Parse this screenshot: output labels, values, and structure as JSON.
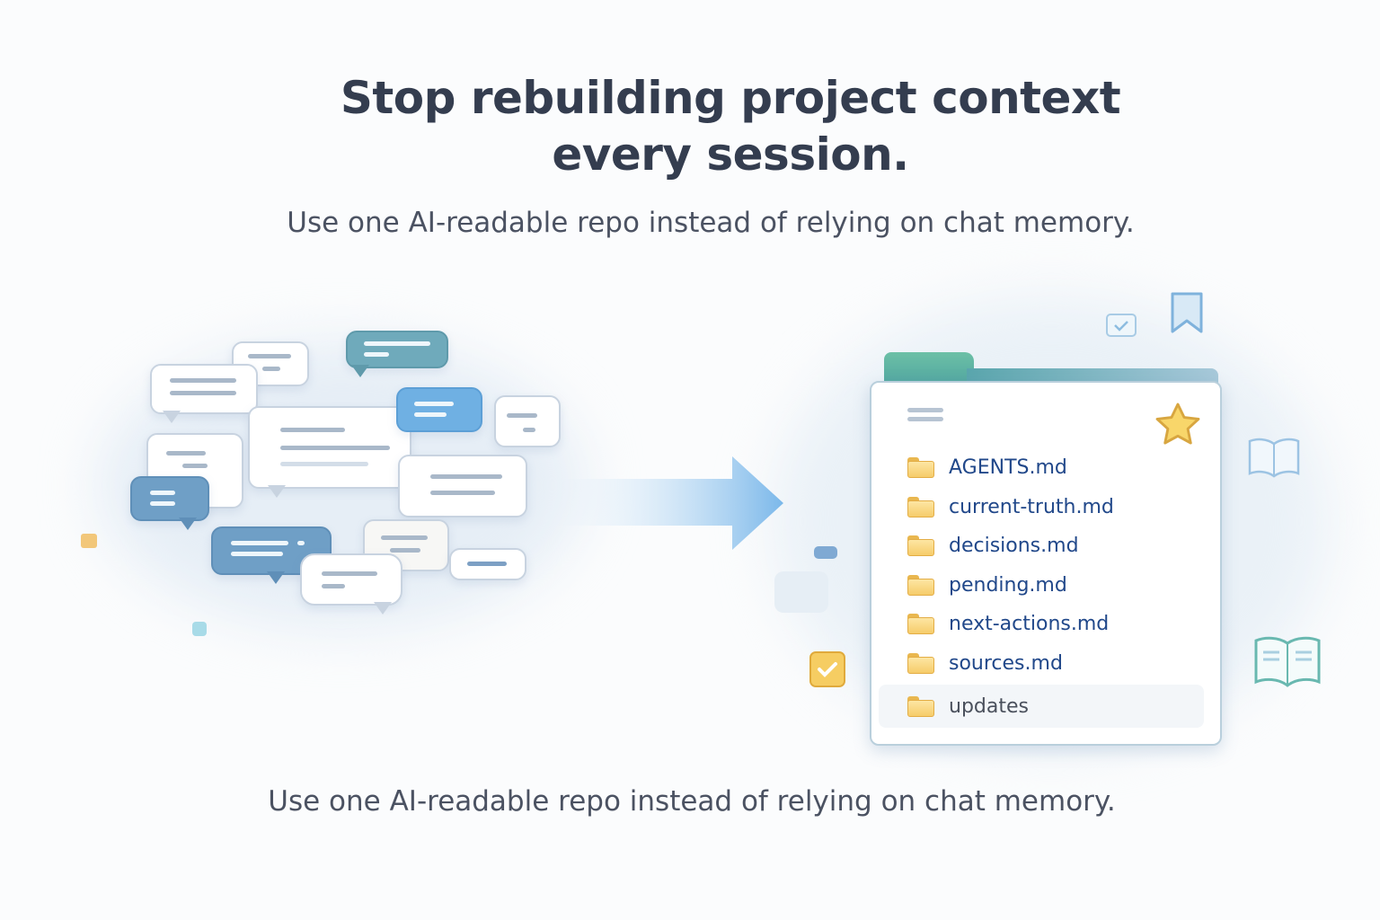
{
  "header": {
    "title_line1": "Stop rebuilding project context",
    "title_line2": "every session.",
    "subtitle": "Use one AI-readable repo instead of relying on chat memory."
  },
  "repo_card": {
    "files": [
      {
        "name": "AGENTS.md",
        "icon": "folder-icon"
      },
      {
        "name": "current-truth.md",
        "icon": "folder-icon"
      },
      {
        "name": "decisions.md",
        "icon": "folder-icon"
      },
      {
        "name": "pending.md",
        "icon": "folder-icon"
      },
      {
        "name": "next-actions.md",
        "icon": "folder-icon"
      },
      {
        "name": "sources.md",
        "icon": "folder-icon"
      },
      {
        "name": "updates",
        "icon": "folder-icon"
      }
    ],
    "badge_icon": "star-icon"
  },
  "caption": "Use one AI-readable repo instead of relying on chat memory.",
  "colors": {
    "title": "#343d4f",
    "file_text": "#21488a",
    "folder": "#f6cc6a",
    "accent_blue": "#6fb0e3",
    "accent_teal": "#6faabb"
  }
}
